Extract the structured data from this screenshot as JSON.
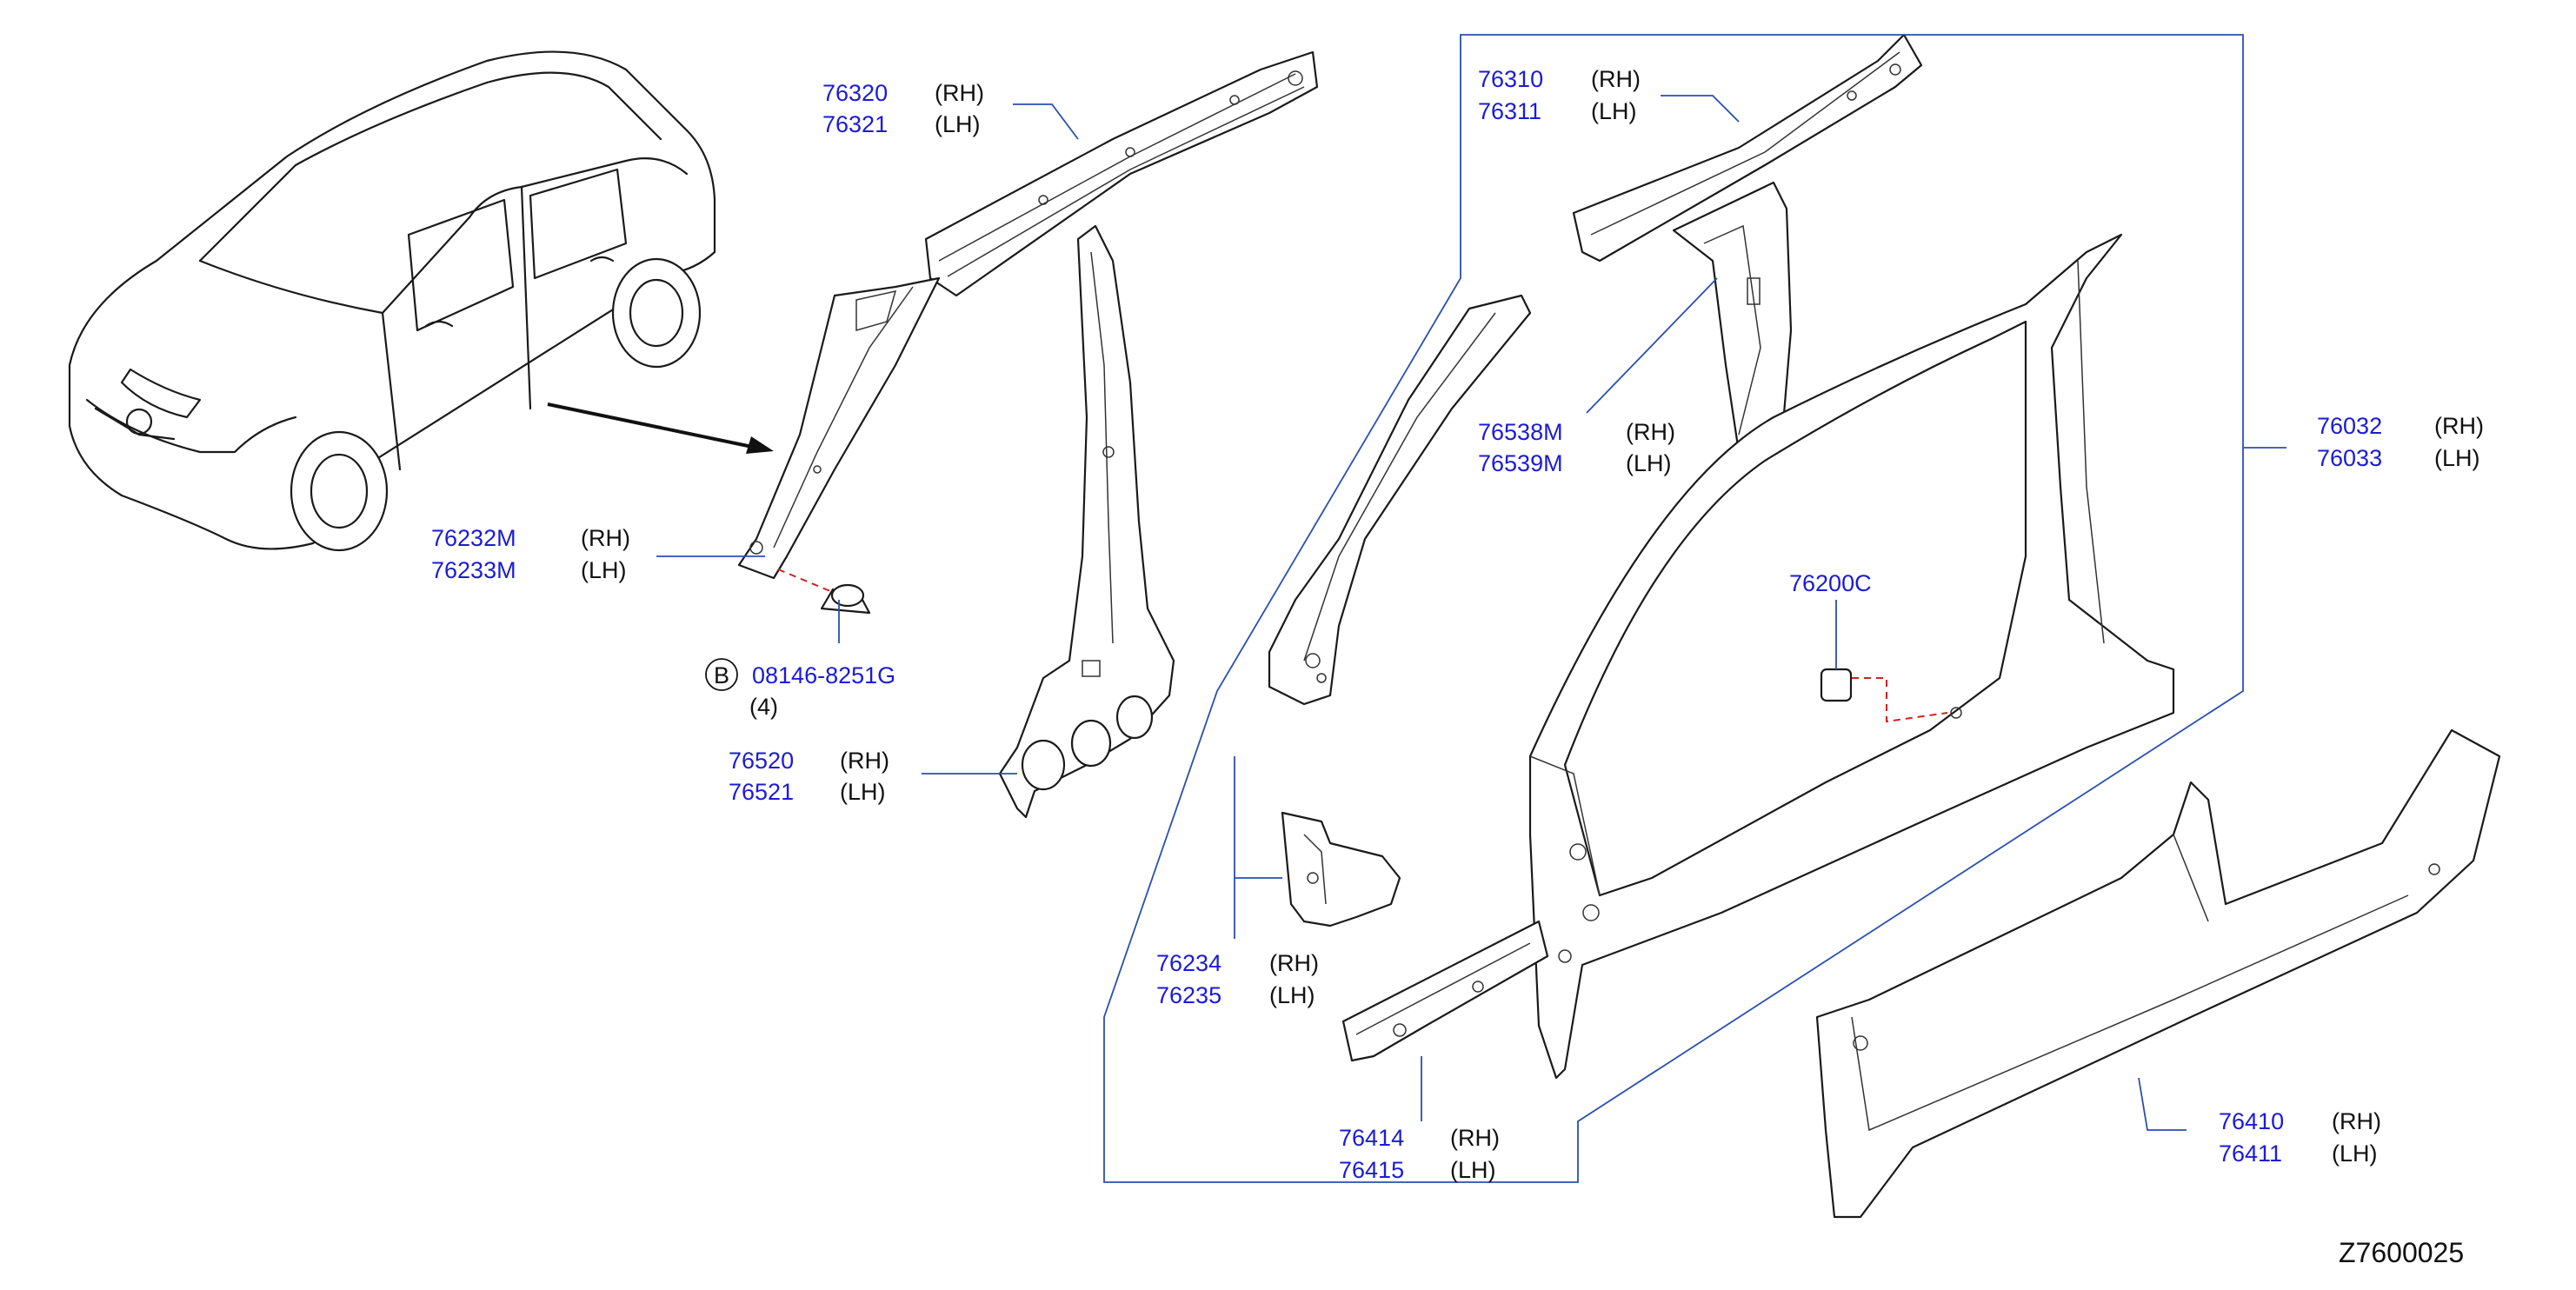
{
  "diagram_ref": "Z7600025",
  "callouts": [
    {
      "id": "roof-rail-outer",
      "rh": "76320",
      "lh": "76321",
      "rh_tag": "(RH)",
      "lh_tag": "(LH)"
    },
    {
      "id": "roof-side-rail",
      "rh": "76310",
      "lh": "76311",
      "rh_tag": "(RH)",
      "lh_tag": "(LH)"
    },
    {
      "id": "front-pillar-upper",
      "rh": "76232M",
      "lh": "76233M",
      "rh_tag": "(RH)",
      "lh_tag": "(LH)"
    },
    {
      "id": "center-pillar-inner",
      "rh": "76520",
      "lh": "76521",
      "rh_tag": "(RH)",
      "lh_tag": "(LH)"
    },
    {
      "id": "center-pillar-reinforce",
      "rh": "76538M",
      "lh": "76539M",
      "rh_tag": "(RH)",
      "lh_tag": "(LH)"
    },
    {
      "id": "body-side-outer",
      "rh": "76032",
      "lh": "76033",
      "rh_tag": "(RH)",
      "lh_tag": "(LH)"
    },
    {
      "id": "front-pillar-lower",
      "rh": "76234",
      "lh": "76235",
      "rh_tag": "(RH)",
      "lh_tag": "(LH)"
    },
    {
      "id": "sill-inner-front",
      "rh": "76414",
      "lh": "76415",
      "rh_tag": "(RH)",
      "lh_tag": "(LH)"
    },
    {
      "id": "sill-outer",
      "rh": "76410",
      "lh": "76411",
      "rh_tag": "(RH)",
      "lh_tag": "(LH)"
    }
  ],
  "bolt": {
    "badge": "B",
    "part": "08146-8251G",
    "qty": "(4)"
  },
  "plug": {
    "part": "76200C"
  }
}
